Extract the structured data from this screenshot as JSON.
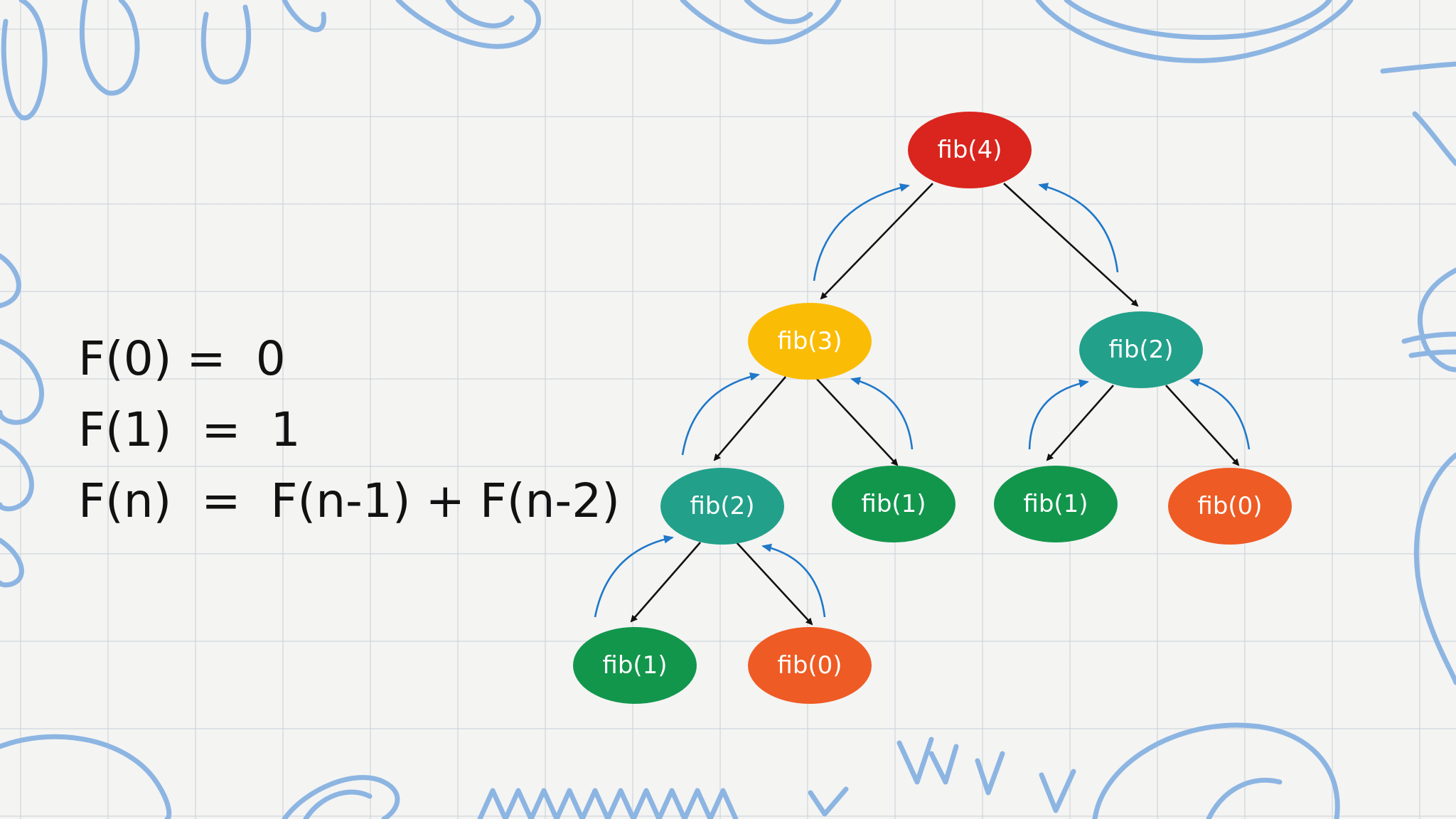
{
  "formulas": [
    "F(0) =  0",
    "F(1)  =  1",
    "F(n)  =  F(n-1) + F(n-2)"
  ],
  "tree": {
    "nodes": [
      {
        "id": "n4",
        "label": "fib(4)",
        "color": "#d9251d"
      },
      {
        "id": "n3",
        "label": "fib(3)",
        "color": "#fbbc05"
      },
      {
        "id": "n2r",
        "label": "fib(2)",
        "color": "#22a08a"
      },
      {
        "id": "n2l",
        "label": "fib(2)",
        "color": "#22a08a"
      },
      {
        "id": "n1a",
        "label": "fib(1)",
        "color": "#12964c"
      },
      {
        "id": "n1b",
        "label": "fib(1)",
        "color": "#12964c"
      },
      {
        "id": "n0a",
        "label": "fib(0)",
        "color": "#ee5b24"
      },
      {
        "id": "n1c",
        "label": "fib(1)",
        "color": "#12964c"
      },
      {
        "id": "n0b",
        "label": "fib(0)",
        "color": "#ee5b24"
      }
    ],
    "edges": [
      [
        "n4",
        "n3"
      ],
      [
        "n4",
        "n2r"
      ],
      [
        "n3",
        "n2l"
      ],
      [
        "n3",
        "n1a"
      ],
      [
        "n2r",
        "n1b"
      ],
      [
        "n2r",
        "n0a"
      ],
      [
        "n2l",
        "n1c"
      ],
      [
        "n2l",
        "n0b"
      ]
    ]
  },
  "colors": {
    "edge": "#111111",
    "return_arrow": "#1f78c8",
    "doodle": "#8db5e2"
  }
}
